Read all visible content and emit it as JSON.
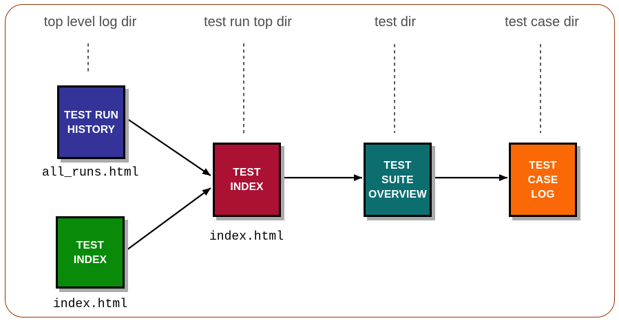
{
  "diagram": {
    "columns": [
      {
        "id": "top-level-log-dir",
        "label": "top level log dir"
      },
      {
        "id": "test-run-top-dir",
        "label": "test run top dir"
      },
      {
        "id": "test-dir",
        "label": "test dir"
      },
      {
        "id": "test-case-dir",
        "label": "test case dir"
      }
    ],
    "nodes": [
      {
        "id": "test-run-history",
        "label": "TEST RUN\nHISTORY",
        "color": "#333399",
        "file_label": "all_runs.html"
      },
      {
        "id": "test-index-top-level",
        "label": "TEST\nINDEX",
        "color": "#098A09",
        "file_label": "index.html"
      },
      {
        "id": "test-index-run",
        "label": "TEST\nINDEX",
        "color": "#AA1133",
        "file_label": "index.html"
      },
      {
        "id": "test-suite-overview",
        "label": "TEST\nSUITE\nOVERVIEW",
        "color": "#0D6E70"
      },
      {
        "id": "test-case-log",
        "label": "TEST\nCASE\nLOG",
        "color": "#FA6906"
      }
    ],
    "connections": [
      {
        "from": "test-run-history",
        "to": "test-index-run"
      },
      {
        "from": "test-index-top-level",
        "to": "test-index-run"
      },
      {
        "from": "test-index-run",
        "to": "test-suite-overview"
      },
      {
        "from": "test-suite-overview",
        "to": "test-case-log"
      }
    ],
    "colors": {
      "frame_border": "#993300",
      "header_text": "#4D4D4D",
      "box_border": "#000000",
      "box_shadow": "#ABABAB",
      "box_text": "#FFFFFF",
      "arrow": "#000000",
      "dashed_line": "#000000",
      "background": "#FFFFFF"
    }
  }
}
